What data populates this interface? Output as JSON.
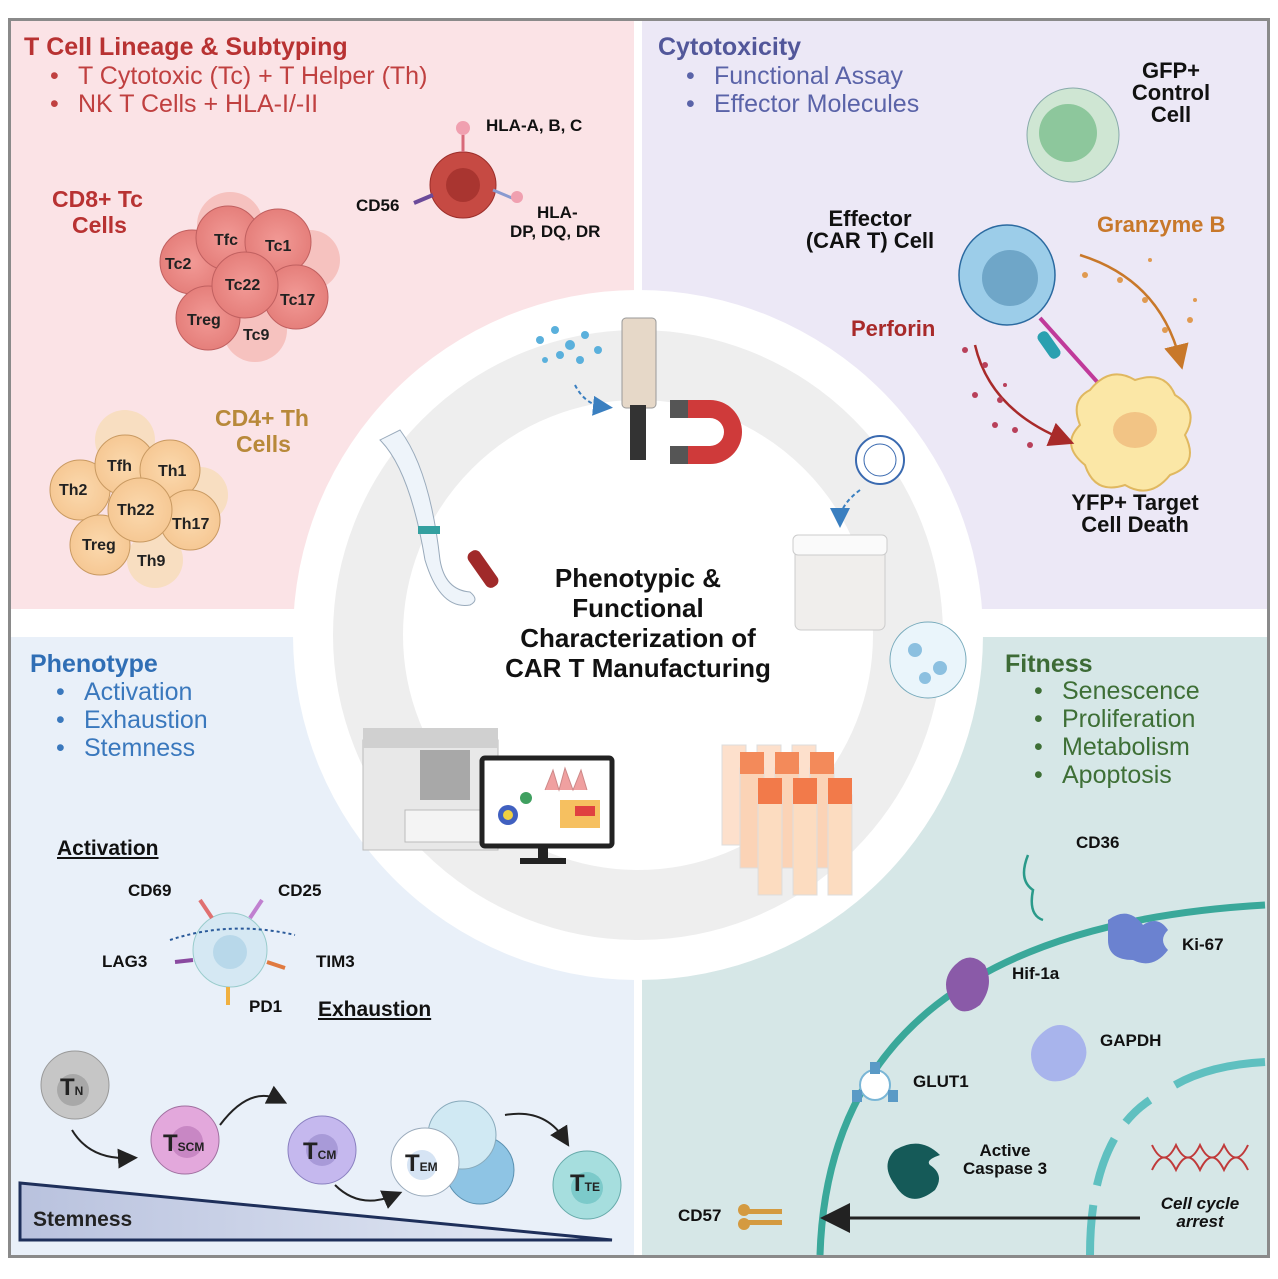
{
  "center": {
    "title_lines": [
      "Phenotypic &",
      "Functional",
      "Characterization of",
      "CAR T Manufacturing"
    ]
  },
  "lineage": {
    "title": "T Cell Lineage & Subtyping",
    "bullets": [
      "T Cytotoxic (Tc) + T Helper (Th)",
      "NK T Cells + HLA-I/-II"
    ],
    "nk_labels": {
      "hla_abc": "HLA-A, B, C",
      "cd56": "CD56",
      "hla_d_line1": "HLA-",
      "hla_d_line2": "DP, DQ, DR"
    },
    "cd8": {
      "label_line1": "CD8+ Tc",
      "label_line2": "Cells",
      "subsets": [
        "Tfc",
        "Tc1",
        "Tc2",
        "Tc22",
        "Tc17",
        "Treg",
        "Tc9"
      ]
    },
    "cd4": {
      "label_line1": "CD4+ Th",
      "label_line2": "Cells",
      "subsets": [
        "Tfh",
        "Th1",
        "Th2",
        "Th22",
        "Th17",
        "Treg",
        "Th9"
      ]
    }
  },
  "cytotoxicity": {
    "title": "Cytotoxicity",
    "bullets": [
      "Functional Assay",
      "Effector Molecules"
    ],
    "control_cell": [
      "GFP+",
      "Control",
      "Cell"
    ],
    "effector_cell": [
      "Effector",
      "(CAR T) Cell"
    ],
    "granzyme": "Granzyme B",
    "perforin": "Perforin",
    "target": [
      "YFP+ Target",
      "Cell Death"
    ]
  },
  "phenotype": {
    "title": "Phenotype",
    "bullets": [
      "Activation",
      "Exhaustion",
      "Stemness"
    ],
    "activation_heading": "Activation",
    "exhaustion_heading": "Exhaustion",
    "markers": {
      "cd69": "CD69",
      "cd25": "CD25",
      "lag3": "LAG3",
      "tim3": "TIM3",
      "pd1": "PD1"
    },
    "subsets": [
      {
        "main": "T",
        "sub": "N"
      },
      {
        "main": "T",
        "sub": "SCM"
      },
      {
        "main": "T",
        "sub": "CM"
      },
      {
        "main": "T",
        "sub": "EM"
      },
      {
        "main": "T",
        "sub": "TE"
      }
    ],
    "gradient_label": "Stemness"
  },
  "fitness": {
    "title": "Fitness",
    "bullets": [
      "Senescence",
      "Proliferation",
      "Metabolism",
      "Apoptosis"
    ],
    "molecules": {
      "cd36": "CD36",
      "ki67": "Ki-67",
      "hif": "Hif-1a",
      "gapdh": "GAPDH",
      "glut1": "GLUT1",
      "caspase_line1": "Active",
      "caspase_line2": "Caspase 3",
      "cd57": "CD57",
      "arrest_line1": "Cell cycle",
      "arrest_line2": "arrest"
    }
  },
  "colors": {
    "lineage_accent": "#b83232",
    "cytotoxicity_accent": "#52579a",
    "phenotype_accent": "#2f6eb5",
    "fitness_accent": "#3d6b36",
    "cd4_label": "#b8893a",
    "granzyme": "#c8782a",
    "perforin": "#a82a2a"
  }
}
